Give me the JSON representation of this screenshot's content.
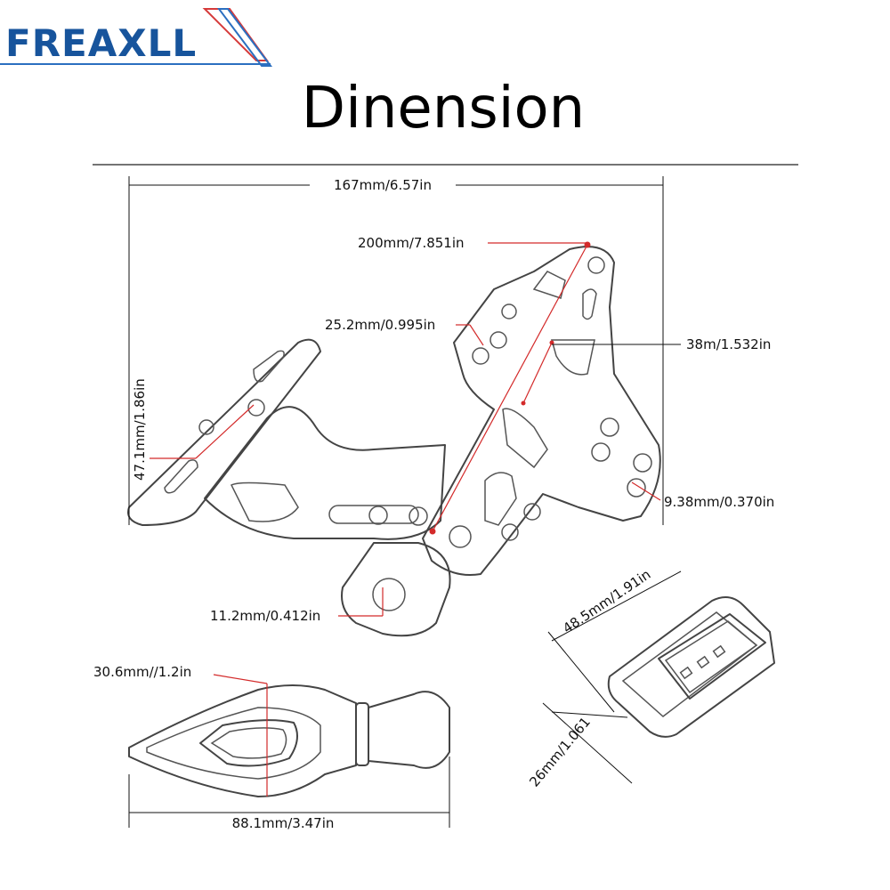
{
  "brand": {
    "logo_text": "FREAXLL",
    "colors": {
      "logo_text": "#17549c",
      "logo_stripe_red": "#d63a3a",
      "logo_stripe_blue": "#2b6fc0",
      "dimension_red": "#d32a2a"
    }
  },
  "title": "Dinension",
  "dimensions": {
    "plate_bracket": {
      "width": "167mm/6.57in",
      "length": "200mm/7.851in",
      "slot_spacing": "25.2mm/0.995in",
      "arm_width": "38m/1.532in",
      "bolt_hole": "9.38mm/0.370in",
      "tab_height": "47.1mm/1.86in",
      "mount_hole": "11.2mm/0.412in"
    },
    "turn_signal": {
      "height": "30.6mm//1.2in",
      "length": "88.1mm/3.47in"
    },
    "plate_light": {
      "length": "48.5mm/1.91in",
      "height": "26mm/1.061"
    }
  }
}
